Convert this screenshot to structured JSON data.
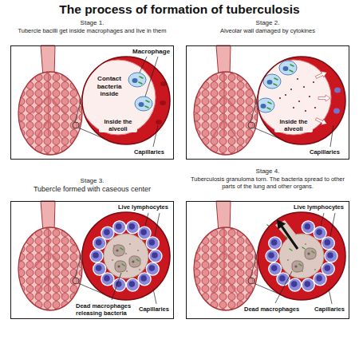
{
  "diagram": {
    "title": "The process of formation of tuberculosis",
    "nodes": [
      {
        "text": [
          "Stage 1.",
          "Tubercle bacilli get inside macrophages and live in them"
        ]
      },
      {
        "text": [
          "Stage 2.",
          "Alveolar wall damaged by cytokines"
        ]
      },
      {
        "text": [
          "Stage 3.",
          "Tubercle formed with caseous center"
        ]
      },
      {
        "text": [
          "Stage 4.",
          "Tuberculosis granuloma torn. The bacteria spread to other parts of the lung and other organs."
        ]
      }
    ],
    "labels": [
      "Contact bacteria inside",
      "Macrophage",
      "Inside the alveoli",
      "Capillaries",
      "Inside the alveoli",
      "Capillaries",
      "Live lymphocytes",
      "Dead macrophages releasing bacteria",
      "Capillaries",
      "Live lymphocytes",
      "Dead macrophages",
      "Capillaries"
    ]
  }
}
